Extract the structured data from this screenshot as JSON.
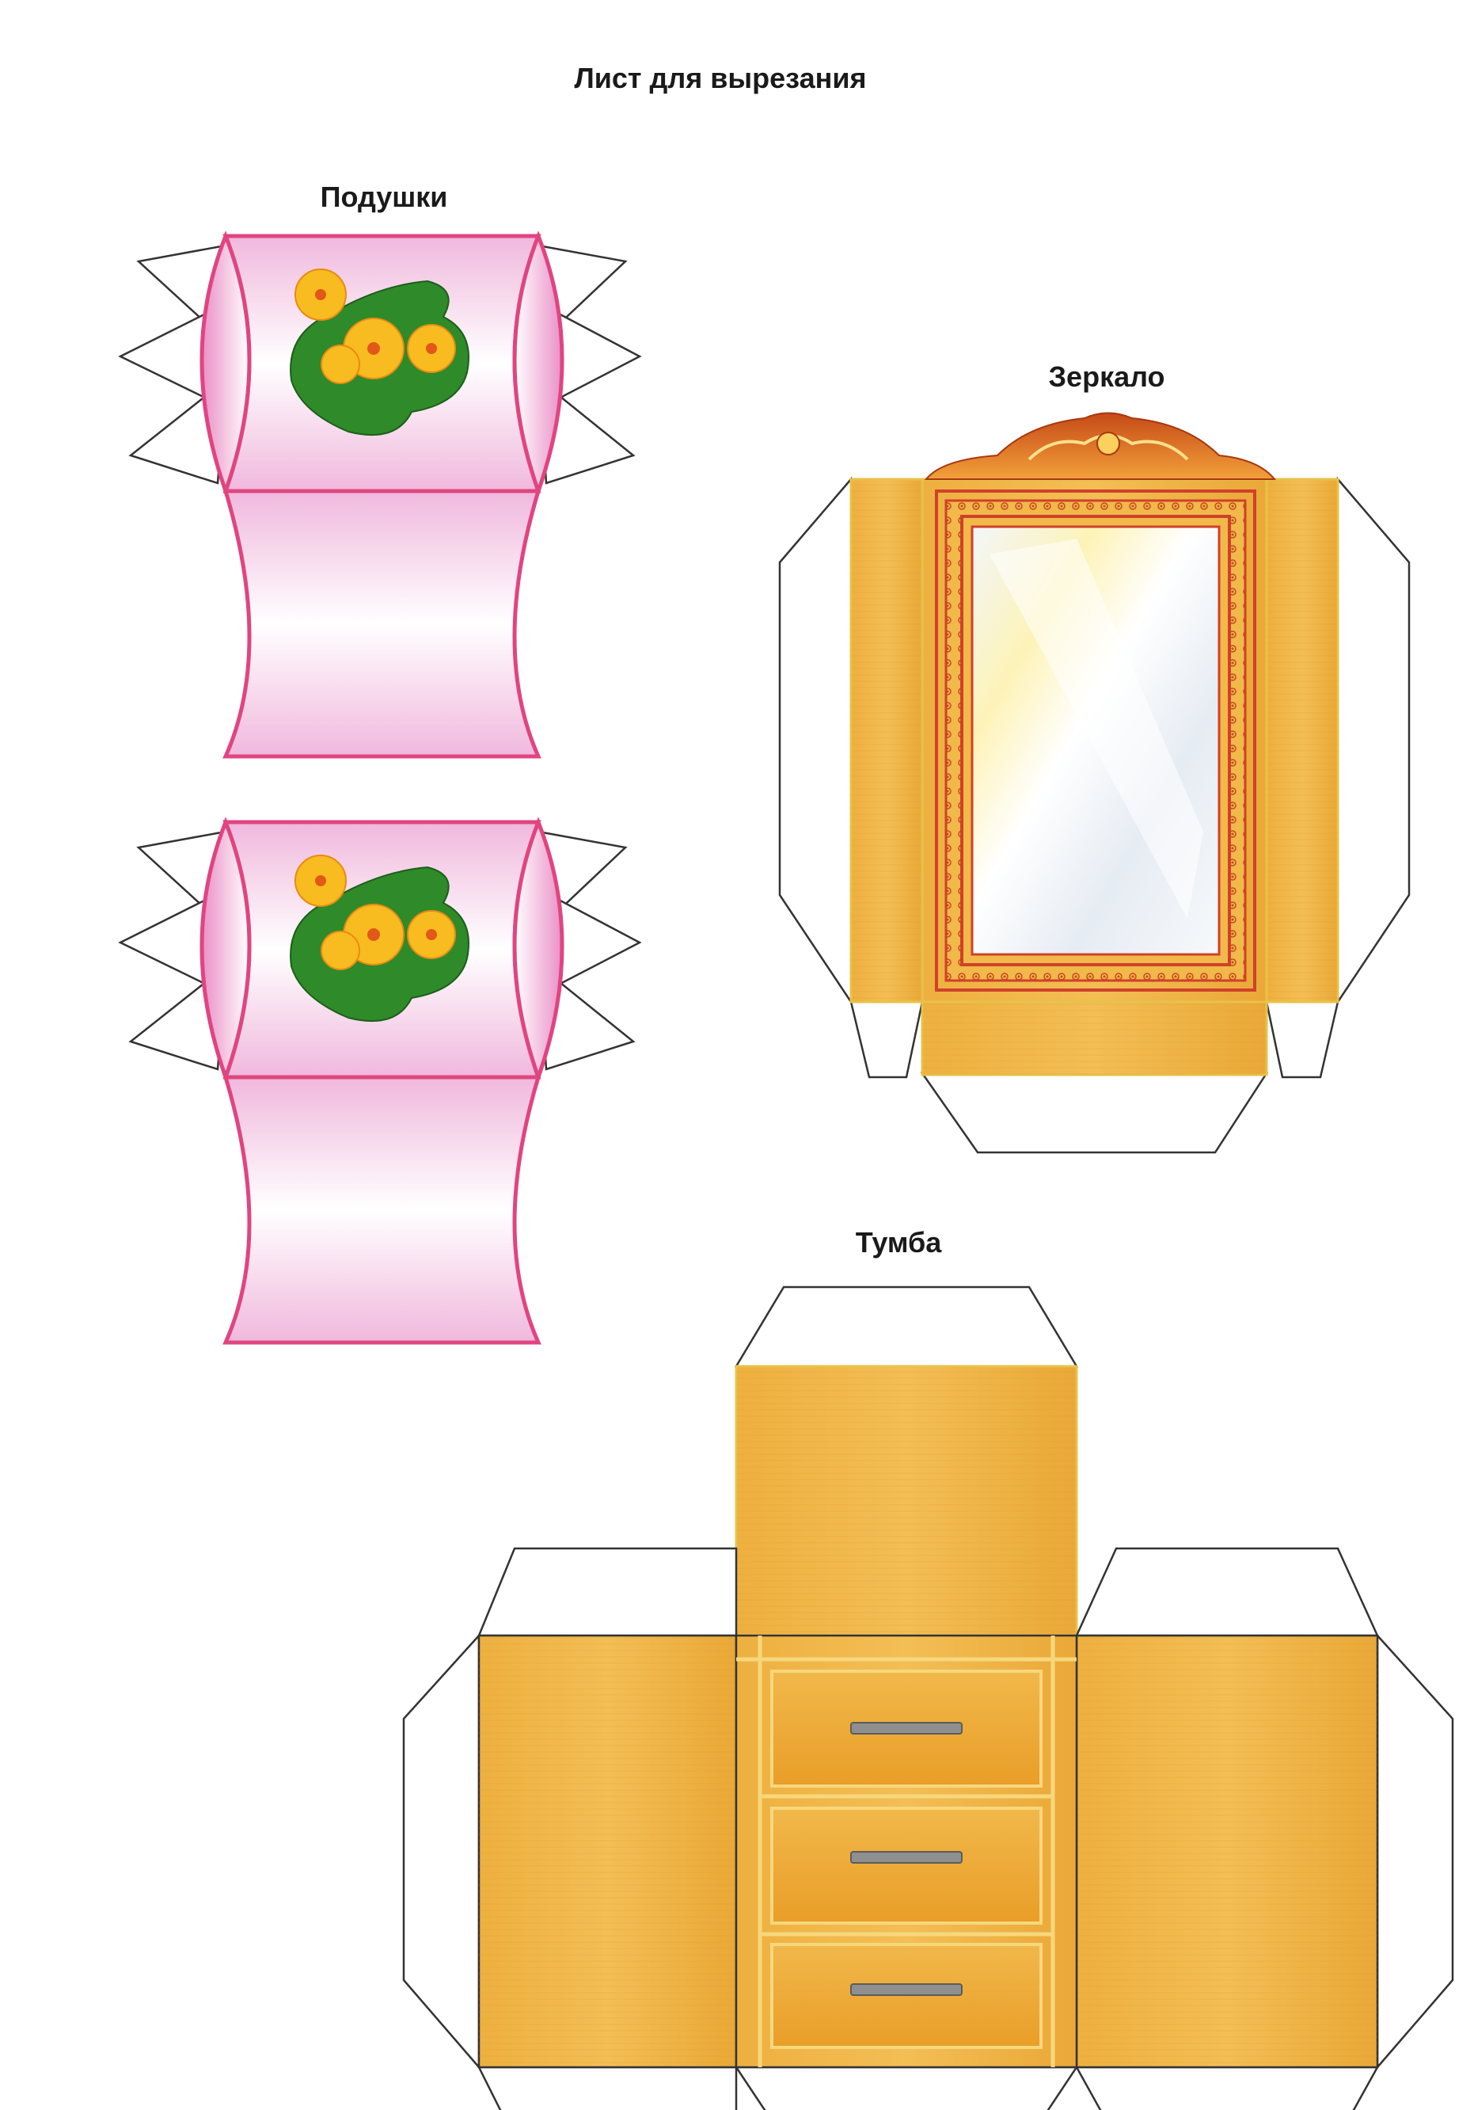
{
  "page": {
    "title": "Лист для вырезания"
  },
  "sections": {
    "pillows": {
      "label": "Подушки",
      "count": 2
    },
    "mirror": {
      "label": "Зеркало"
    },
    "nightstand": {
      "label": "Тумба",
      "drawers": 3
    }
  },
  "colors": {
    "pillow_border": "#e0457f",
    "pillow_fill": "#f2c3e3",
    "wood": "#f0b53e",
    "wood_dark": "#e3a22e",
    "frame_red": "#d0412a",
    "outline": "#3a3a3a"
  }
}
